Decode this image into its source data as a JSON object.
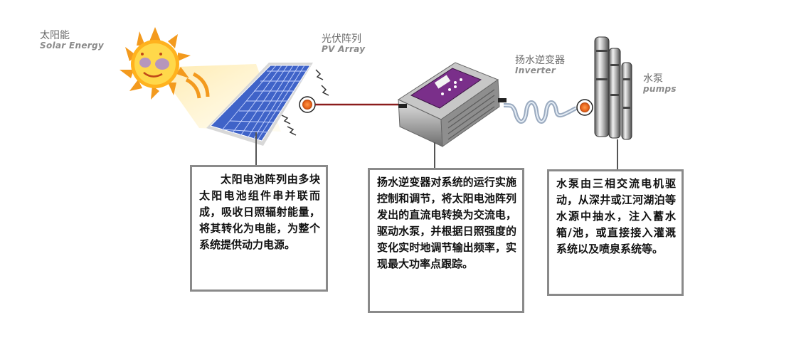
{
  "labels": {
    "solar": {
      "cn": "太阳能",
      "en": "Solar Energy"
    },
    "pv": {
      "cn": "光伏阵列",
      "en": "PV Array"
    },
    "inverter": {
      "cn": "扬水逆变器",
      "en": "Inverter"
    },
    "pump": {
      "cn": "水泵",
      "en": "pumps"
    }
  },
  "descriptions": {
    "pv": "太阳电池阵列由多块太阳电池组件串并联而成，吸收日照辐射能量，将其转化为电能，为整个系统提供动力电源。",
    "inverter": "扬水逆变器对系统的运行实施控制和调节，将太阳电池阵列发出的直流电转换为交流电，驱动水泵，并根据日照强度的变化实时地调节输出频率，实现最大功率点跟踪。",
    "pump": "水泵由三相交流电机驱动，从深井或江河湖泊等水源中抽水，注入蓄水箱/池，或直接接入灌溉系统以及喷泉系统等。"
  },
  "colors": {
    "sun": "#f7941d",
    "sun_face": "#ffd24a",
    "panel": "#3f63c8",
    "inverter_body": "#b8b8b8",
    "inverter_panel": "#7a2f8a",
    "connector_dot": "#e8641c",
    "box_border": "#8a8a8a"
  },
  "icons": [
    "sun-icon",
    "pv-panel-icon",
    "inverter-device-icon",
    "pump-icon",
    "hose-coil-icon",
    "radiation-zigzag-icon"
  ]
}
